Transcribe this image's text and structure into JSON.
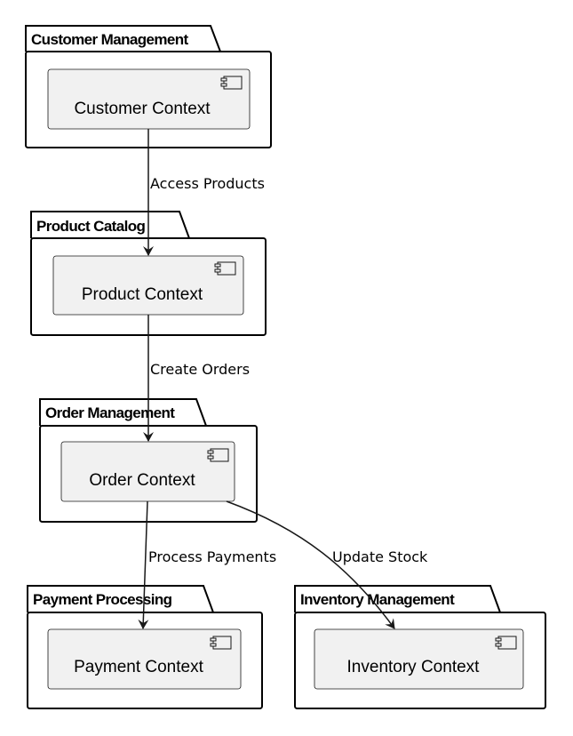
{
  "packages": [
    {
      "title": "Customer Management",
      "component": "Customer Context"
    },
    {
      "title": "Product Catalog",
      "component": "Product Context"
    },
    {
      "title": "Order Management",
      "component": "Order Context"
    },
    {
      "title": "Payment Processing",
      "component": "Payment Context"
    },
    {
      "title": "Inventory Management",
      "component": "Inventory Context"
    }
  ],
  "edges": [
    {
      "from": "Customer Context",
      "to": "Product Context",
      "label": "Access Products"
    },
    {
      "from": "Product Context",
      "to": "Order Context",
      "label": "Create Orders"
    },
    {
      "from": "Order Context",
      "to": "Payment Context",
      "label": "Process Payments"
    },
    {
      "from": "Order Context",
      "to": "Inventory Context",
      "label": "Update Stock"
    }
  ],
  "colors": {
    "component_fill": "#f1f1f1",
    "component_border": "#181818",
    "package_border": "#000000",
    "edge": "#181818"
  }
}
